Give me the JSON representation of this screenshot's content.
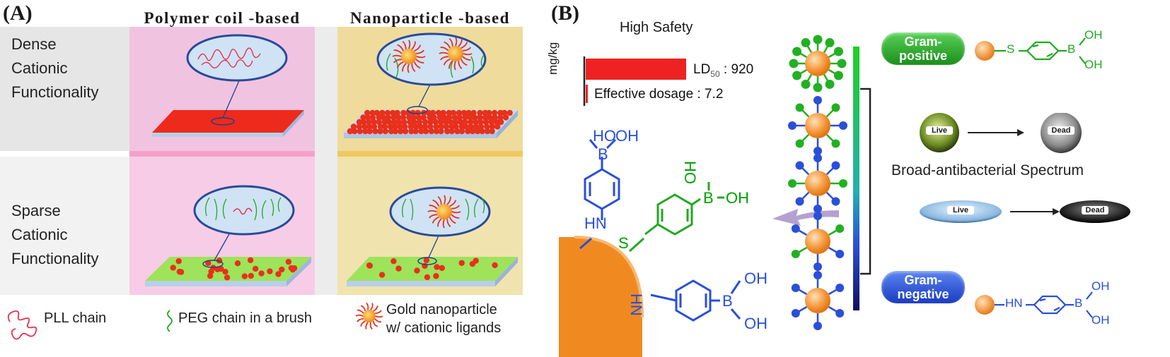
{
  "panel_a": {
    "letter": "(A)",
    "columns": [
      "Polymer coil -based",
      "Nanoparticle -based"
    ],
    "rows": [
      {
        "lines": [
          "Dense",
          "Cationic",
          "Functionality"
        ]
      },
      {
        "lines": [
          "Sparse",
          "Cationic",
          "Functionality"
        ]
      }
    ],
    "legend": {
      "pll": "PLL chain",
      "peg": "PEG chain in a brush",
      "gold_line1": "Gold nanoparticle",
      "gold_line2": "w/ cationic ligands"
    }
  },
  "panel_b": {
    "letter": "(B)",
    "safety_title": "High Safety",
    "unit": "mg/kg",
    "chart_data": {
      "type": "bar",
      "orientation": "horizontal",
      "title": "High Safety",
      "ylabel": "mg/kg",
      "categories": [
        "LD50",
        "Effective dosage"
      ],
      "values": [
        920,
        7.2
      ],
      "labels": [
        "LD50 : 920",
        "Effective dosage : 7.2"
      ],
      "color": "#ee2222"
    },
    "ld_prefix": "LD",
    "ld_sub": "50",
    "ld_value": " : 920",
    "eff_label": "Effective dosage : 7.2",
    "structure": {
      "b_top": "B",
      "ho": "HO",
      "oh": "OH",
      "hn": "HN",
      "s": "S",
      "b_green": "B",
      "oh_green": "OH",
      "ho_green": "HO",
      "hn_bottom": "HN",
      "b_bottom": "B",
      "oh_b1": "OH",
      "oh_b2": "OH"
    },
    "gram_positive": "Gram-\npositive",
    "gram_negative": "Gram-\nnegative",
    "gp_line1": "Gram-",
    "gp_line2": "positive",
    "gn_line1": "Gram-",
    "gn_line2": "negative",
    "live": "Live",
    "dead": "Dead",
    "spectrum": "Broad-antibacterial Spectrum",
    "pos_ligand": {
      "s": "S",
      "b": "B",
      "oh1": "OH",
      "oh2": "OH"
    },
    "neg_ligand": {
      "hn": "HN",
      "b": "B",
      "oh1": "OH",
      "oh2": "OH"
    },
    "colors": {
      "green": "#22b022",
      "blue": "#2a4fd8",
      "orange": "#f39a3a",
      "red": "#ee2222",
      "pink": "#f0c0dc",
      "yellow": "#f0e0a0",
      "grey": "#e6e6e6"
    }
  }
}
